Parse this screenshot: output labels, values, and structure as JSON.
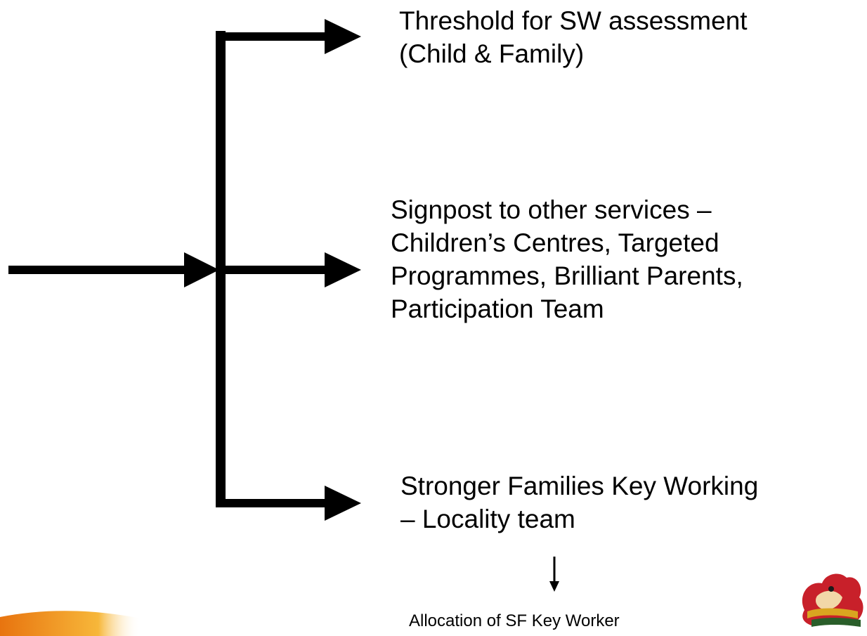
{
  "boxes": {
    "threshold": {
      "lines": [
        "Threshold for SW assessment",
        "(Child & Family)"
      ]
    },
    "signpost": {
      "lines": [
        "Signpost to other services –",
        "Children’s Centres, Targeted",
        "Programmes, Brilliant Parents,",
        "Participation Team"
      ]
    },
    "stronger": {
      "lines": [
        "Stronger Families Key Working",
        "– Locality team"
      ]
    },
    "allocation": {
      "text": "Allocation of SF Key Worker"
    }
  },
  "colors": {
    "connector": "#000000",
    "swoosh_orange": "#f39a1e",
    "crest_red": "#c8202a",
    "crest_gold": "#d9a520"
  }
}
